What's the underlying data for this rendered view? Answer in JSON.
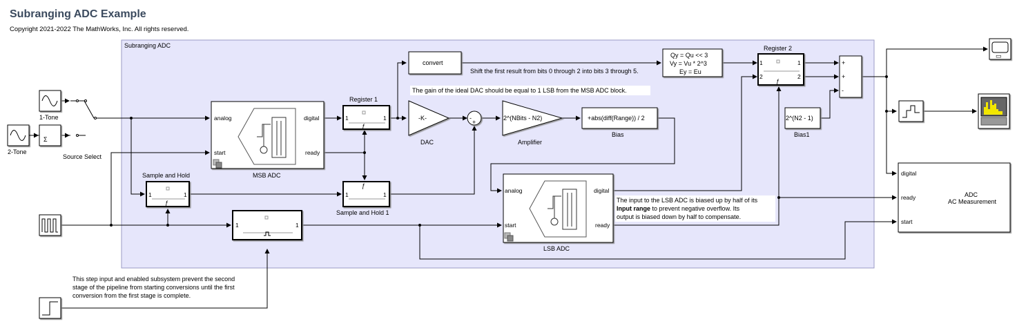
{
  "title": "Subranging ADC Example",
  "copyright": "Copyright 2021-2022 The MathWorks, Inc.  All rights reserved.",
  "subsystem_label": "Subranging ADC",
  "sources": {
    "one_tone": "1-Tone",
    "two_tone": "2-Tone",
    "source_select": "Source Select"
  },
  "msb_adc": {
    "name": "MSB ADC",
    "in_analog": "analog",
    "in_start": "start",
    "out_digital": "digital",
    "out_ready": "ready"
  },
  "lsb_adc": {
    "name": "LSB ADC",
    "in_analog": "analog",
    "in_start": "start",
    "out_digital": "digital",
    "out_ready": "ready"
  },
  "register1": {
    "name": "Register 1",
    "in": "1",
    "out": "1"
  },
  "register2": {
    "name": "Register 2",
    "in1": "1",
    "in2": "2",
    "out1": "1",
    "out2": "2"
  },
  "sample_hold": {
    "name": "Sample and Hold",
    "in": "1",
    "out": "1"
  },
  "sample_hold1": {
    "name": "Sample and Hold 1"
  },
  "enabled_subsystem": {
    "in": "1",
    "out": "1"
  },
  "convert": "convert",
  "dac": {
    "gain": "-K-",
    "name": "DAC"
  },
  "amplifier": {
    "expr": "2^(NBits - N2)",
    "name": "Amplifier"
  },
  "bias": {
    "expr": "+abs(diff(Range)) / 2",
    "name": "Bias"
  },
  "bias1": {
    "expr": "2^(N2 - 1)",
    "name": "Bias1"
  },
  "shift_fcn": {
    "line1": "Qy = Qu << 3",
    "line2": "Vy = Vu * 2^3",
    "line3": "Ey = Eu"
  },
  "sum_signs": {
    "s1": "-",
    "s2": "+"
  },
  "sum2_signs": {
    "s1": "+",
    "s2": "+",
    "s3": "-"
  },
  "adc_ac": {
    "in_digital": "digital",
    "in_ready": "ready",
    "in_start": "start",
    "line1": "ADC",
    "line2": "AC Measurement"
  },
  "annotations": {
    "shift": "Shift the first result from bits 0 through 2 into bits 3 through 5.",
    "dac_gain": "The gain of the ideal DAC should be equal to 1 LSB from the MSB ADC block.",
    "lsb_line1": "The input to the LSB ADC is biased up by half of its",
    "lsb_bold": "Input range",
    "lsb_line2b": " to prevent negative overflow.  Its",
    "lsb_line3": "output is biased down by half to compensate.",
    "step_line1": "This step input and enabled subsystem prevent the second",
    "step_line2": "stage of the pipeline from starting conversions until the first",
    "step_line3": "conversion from the first stage is complete."
  }
}
